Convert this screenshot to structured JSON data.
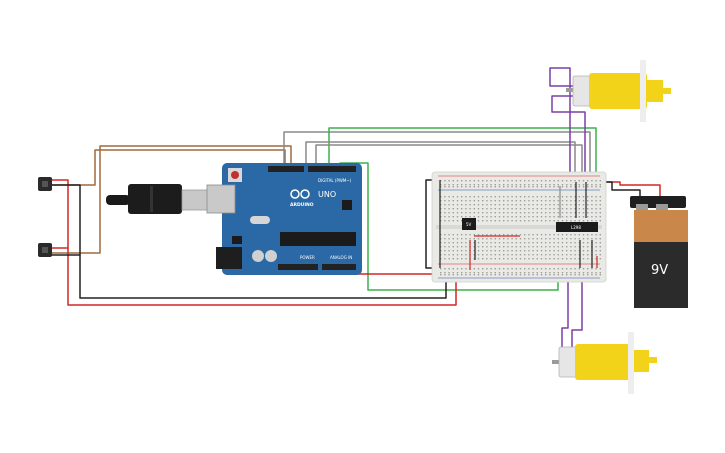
{
  "colors": {
    "arduino_board": "#2a69a6",
    "breadboard": "#e9e9e6",
    "motor_body": "#f3d21a",
    "battery_top": "#c9874a",
    "battery_body": "#2b2b2b",
    "wire_red": "#d42626",
    "wire_black": "#222222",
    "wire_brown": "#a06a3c",
    "wire_green": "#3ab04a",
    "wire_gray": "#8a8a8a",
    "wire_purple": "#7a3ea8"
  },
  "arduino": {
    "brand_label": "ARDUINO",
    "model_label": "UNO",
    "digital_label": "DIGITAL (PWM~)",
    "power_label": "POWER",
    "analog_label": "ANALOG IN"
  },
  "regulator": {
    "label": "5V"
  },
  "driver": {
    "label": "L298"
  },
  "battery": {
    "label": "9V"
  },
  "icons": {
    "sensor": "ir-sensor-icon",
    "usb": "usb-plug-icon",
    "motor": "dc-motor-icon",
    "battery": "battery-icon"
  }
}
